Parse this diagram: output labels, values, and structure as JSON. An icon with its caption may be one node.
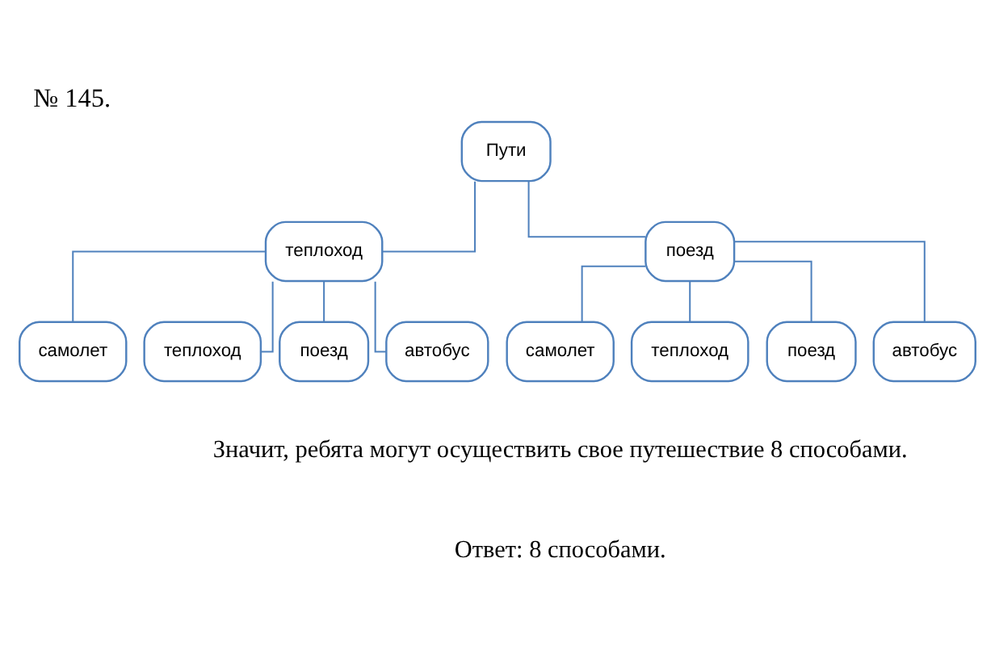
{
  "diagram": {
    "title": "№ 145.",
    "nodes": [
      {
        "text": [
          "Пути"
        ]
      },
      {
        "text": [
          "теплоход"
        ]
      },
      {
        "text": [
          "поезд"
        ]
      },
      {
        "text": [
          "самолет"
        ]
      },
      {
        "text": [
          "теплоход"
        ]
      },
      {
        "text": [
          "поезд"
        ]
      },
      {
        "text": [
          "автобус"
        ]
      },
      {
        "text": [
          "самолет"
        ]
      },
      {
        "text": [
          "теплоход"
        ]
      },
      {
        "text": [
          "поезд"
        ]
      },
      {
        "text": [
          "автобус"
        ]
      }
    ],
    "edges": [
      {
        "from": 0,
        "to": 1,
        "arrow": "none"
      },
      {
        "from": 0,
        "to": 2,
        "arrow": "none"
      },
      {
        "from": 1,
        "to": 3,
        "arrow": "none"
      },
      {
        "from": 1,
        "to": 4,
        "arrow": "none"
      },
      {
        "from": 1,
        "to": 5,
        "arrow": "none"
      },
      {
        "from": 1,
        "to": 6,
        "arrow": "none"
      },
      {
        "from": 2,
        "to": 7,
        "arrow": "none"
      },
      {
        "from": 2,
        "to": 8,
        "arrow": "none"
      },
      {
        "from": 2,
        "to": 9,
        "arrow": "none"
      },
      {
        "from": 2,
        "to": 10,
        "arrow": "none"
      }
    ],
    "labels": [
      "Значит, ребята могут осуществить свое путешествие 8 способами.",
      "Ответ: 8 способами."
    ]
  }
}
